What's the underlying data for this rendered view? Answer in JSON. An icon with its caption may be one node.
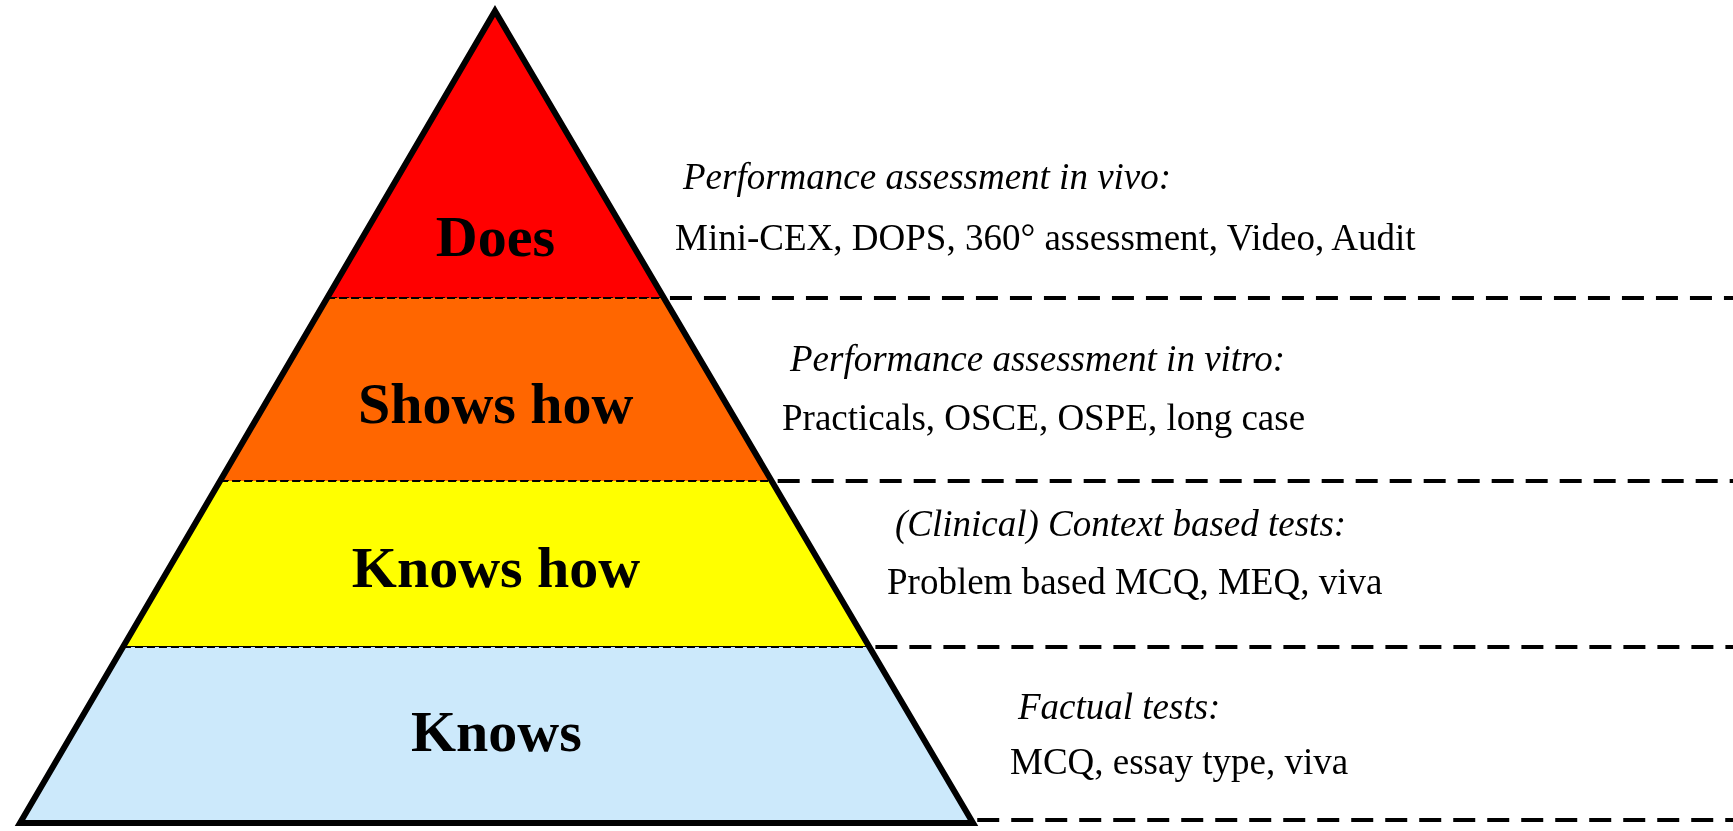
{
  "diagram": {
    "nodes": [
      {
        "text": [
          "Does"
        ],
        "beside": [
          "Performance assessment in vivo:",
          "Mini-CEX, DOPS, 360° assessment, Video, Audit"
        ]
      },
      {
        "text": [
          "Shows how"
        ],
        "beside": [
          "Performance assessment in vitro:",
          "Practicals, OSCE, OSPE, long case"
        ]
      },
      {
        "text": [
          "Knows how"
        ],
        "beside": [
          "(Clinical) Context based tests:",
          "Problem based MCQ, MEQ, viva"
        ]
      },
      {
        "text": [
          "Knows"
        ],
        "beside": [
          "Factual tests:",
          "MCQ, essay type, viva"
        ]
      }
    ]
  }
}
